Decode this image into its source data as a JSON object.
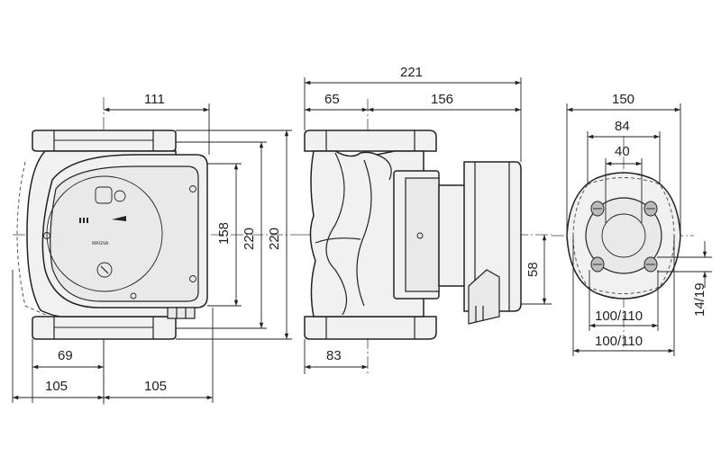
{
  "front_view": {
    "dim_total_width": "111",
    "dim_body_height": "158",
    "dim_height_inner": "220",
    "dim_height_outer": "220",
    "dim_left_offset": "69",
    "dim_left_half": "105",
    "dim_right_half": "105",
    "panel_text": "MAGNA"
  },
  "side_view": {
    "dim_overall_length": "221",
    "dim_port_offset": "65",
    "dim_motor_length": "156",
    "dim_axis_offset": "58",
    "dim_bottom_offset": "83"
  },
  "flange_view": {
    "dim_outer_diameter": "150",
    "dim_bolt_circle": "84",
    "dim_bore": "40",
    "dim_bolt_spacing_upper": "100/110",
    "dim_bolt_spacing_lower": "100/110",
    "dim_bolt_hole": "14/19"
  }
}
